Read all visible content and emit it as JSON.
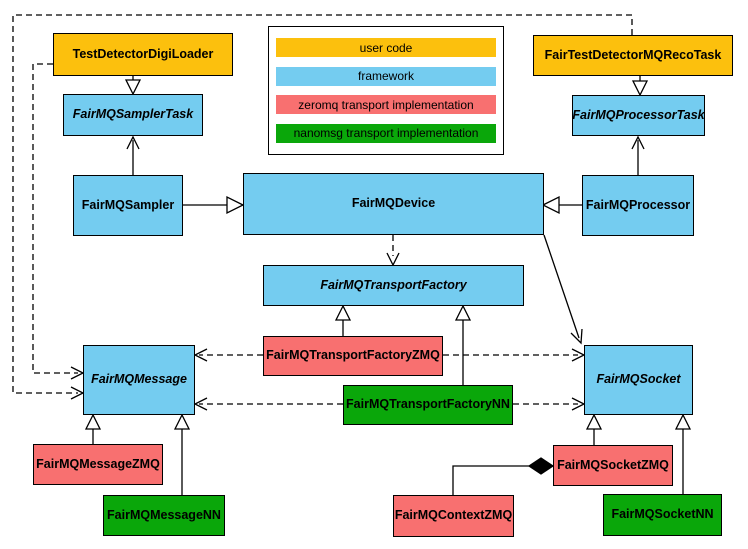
{
  "colors": {
    "user_code": "#fcc00d",
    "framework": "#74ccf0",
    "zeromq_impl": "#f87070",
    "nanomsg_impl": "#0aa70a"
  },
  "legend": {
    "items": [
      {
        "label": "user code"
      },
      {
        "label": "framework"
      },
      {
        "label": "zeromq transport implementation"
      },
      {
        "label": "nanomsg transport implementation"
      }
    ]
  },
  "nodes": {
    "testDetectorDigiLoader": {
      "label": "TestDetectorDigiLoader",
      "category": "user code"
    },
    "fairTestDetectorMQRecoTask": {
      "label": "FairTestDetectorMQRecoTask",
      "category": "user code"
    },
    "samplerTask": {
      "label": "FairMQSamplerTask",
      "category": "framework",
      "abstract": true
    },
    "processorTask": {
      "label": "FairMQProcessorTask",
      "category": "framework",
      "abstract": true
    },
    "sampler": {
      "label": "FairMQSampler",
      "category": "framework"
    },
    "device": {
      "label": "FairMQDevice",
      "category": "framework"
    },
    "processor": {
      "label": "FairMQProcessor",
      "category": "framework"
    },
    "transportFactory": {
      "label": "FairMQTransportFactory",
      "category": "framework",
      "abstract": true
    },
    "transportFactoryZMQ": {
      "label": "FairMQTransportFactoryZMQ",
      "category": "zeromq transport implementation"
    },
    "transportFactoryNN": {
      "label": "FairMQTransportFactoryNN",
      "category": "nanomsg transport implementation"
    },
    "message": {
      "label": "FairMQMessage",
      "category": "framework",
      "abstract": true
    },
    "socket": {
      "label": "FairMQSocket",
      "category": "framework",
      "abstract": true
    },
    "messageZMQ": {
      "label": "FairMQMessageZMQ",
      "category": "zeromq transport implementation"
    },
    "messageNN": {
      "label": "FairMQMessageNN",
      "category": "nanomsg transport implementation"
    },
    "contextZMQ": {
      "label": "FairMQContextZMQ",
      "category": "zeromq transport implementation"
    },
    "socketZMQ": {
      "label": "FairMQSocketZMQ",
      "category": "zeromq transport implementation"
    },
    "socketNN": {
      "label": "FairMQSocketNN",
      "category": "nanomsg transport implementation"
    }
  }
}
